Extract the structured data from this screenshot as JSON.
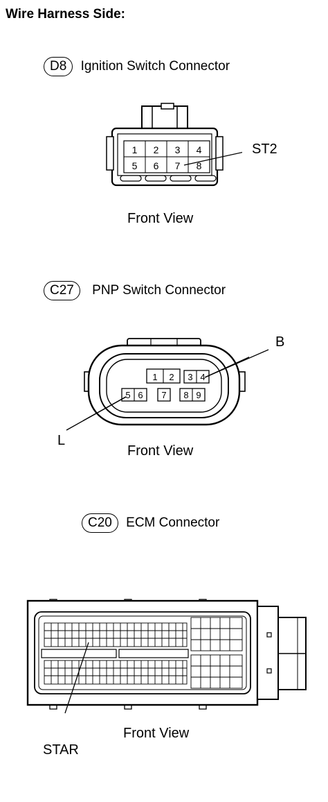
{
  "title": "Wire Harness Side:",
  "connectors": [
    {
      "code": "D8",
      "name": "Ignition Switch Connector",
      "view": "Front View",
      "pins_row1": [
        "1",
        "2",
        "3",
        "4"
      ],
      "pins_row2": [
        "5",
        "6",
        "7",
        "8"
      ],
      "callouts": [
        "ST2"
      ]
    },
    {
      "code": "C27",
      "name": "PNP Switch Connector",
      "view": "Front View",
      "pins_row1": [
        "1",
        "2",
        "3",
        "4"
      ],
      "pins_row2": [
        "5",
        "6",
        "7",
        "8",
        "9"
      ],
      "callouts": [
        "B",
        "L"
      ]
    },
    {
      "code": "C20",
      "name": "ECM Connector",
      "view": "Front View",
      "callouts": [
        "STAR"
      ]
    }
  ]
}
